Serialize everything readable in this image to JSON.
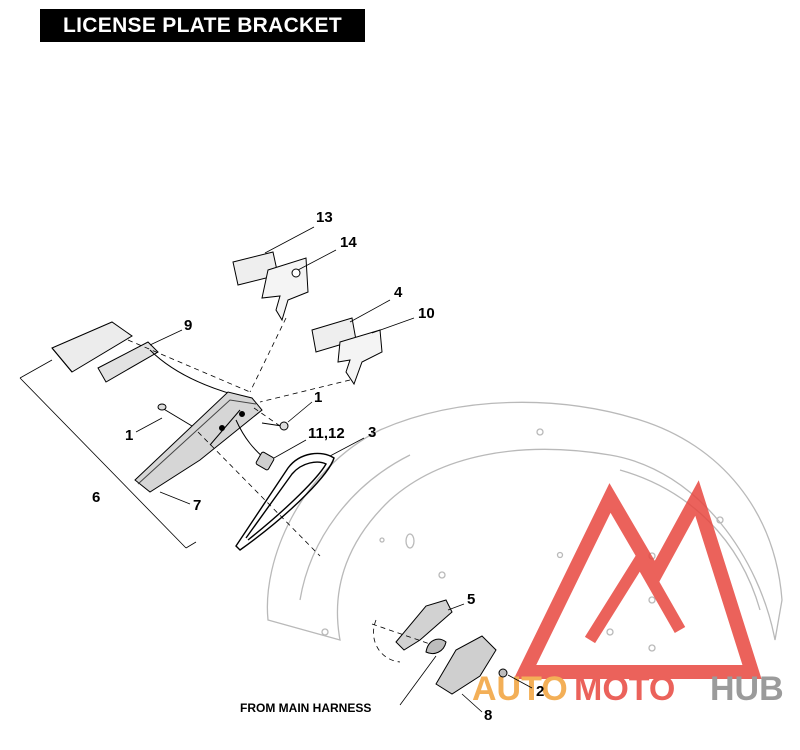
{
  "title": "LICENSE PLATE BRACKET",
  "callouts": {
    "c13": "13",
    "c14": "14",
    "c4": "4",
    "c10": "10",
    "c9": "9",
    "c1a": "1",
    "c1b": "1",
    "c1112": "11,12",
    "c3": "3",
    "c6": "6",
    "c7": "7",
    "c5": "5",
    "c2": "2",
    "c8": "8"
  },
  "note": "FROM MAIN HARNESS",
  "watermark": {
    "part1": "AUTO",
    "part2": "MOTO",
    "part3": "HUB",
    "color_red": "#e8473f",
    "color_orange": "#f2a23a",
    "color_gray": "#8a8a8a"
  }
}
